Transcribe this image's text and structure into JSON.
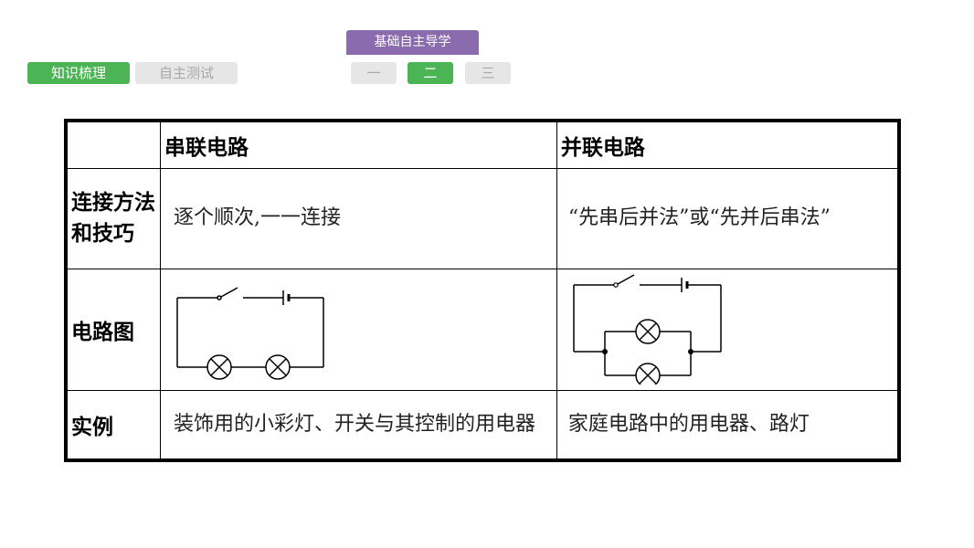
{
  "header": {
    "title_tab": "基础自主导学",
    "tabs": [
      {
        "label": "知识梳理",
        "active": true
      },
      {
        "label": "自主测试",
        "active": false
      }
    ],
    "sections": [
      {
        "label": "一",
        "active": false
      },
      {
        "label": "二",
        "active": true
      },
      {
        "label": "三",
        "active": false
      }
    ]
  },
  "table": {
    "col_headers": [
      "",
      "串联电路",
      "并联电路"
    ],
    "rows": [
      {
        "label": "连接方法和技巧",
        "series": "逐个顺次,一一连接",
        "parallel": "“先串后并法”或“先并后串法”"
      },
      {
        "label": "电路图",
        "series": "",
        "parallel": ""
      },
      {
        "label": "实例",
        "series": "装饰用的小彩灯、开关与其控制的用电器",
        "parallel": "家庭电路中的用电器、路灯"
      }
    ]
  },
  "colors": {
    "purple": "#8a6cae",
    "green": "#4bb455",
    "grey": "#e6e6e6"
  }
}
